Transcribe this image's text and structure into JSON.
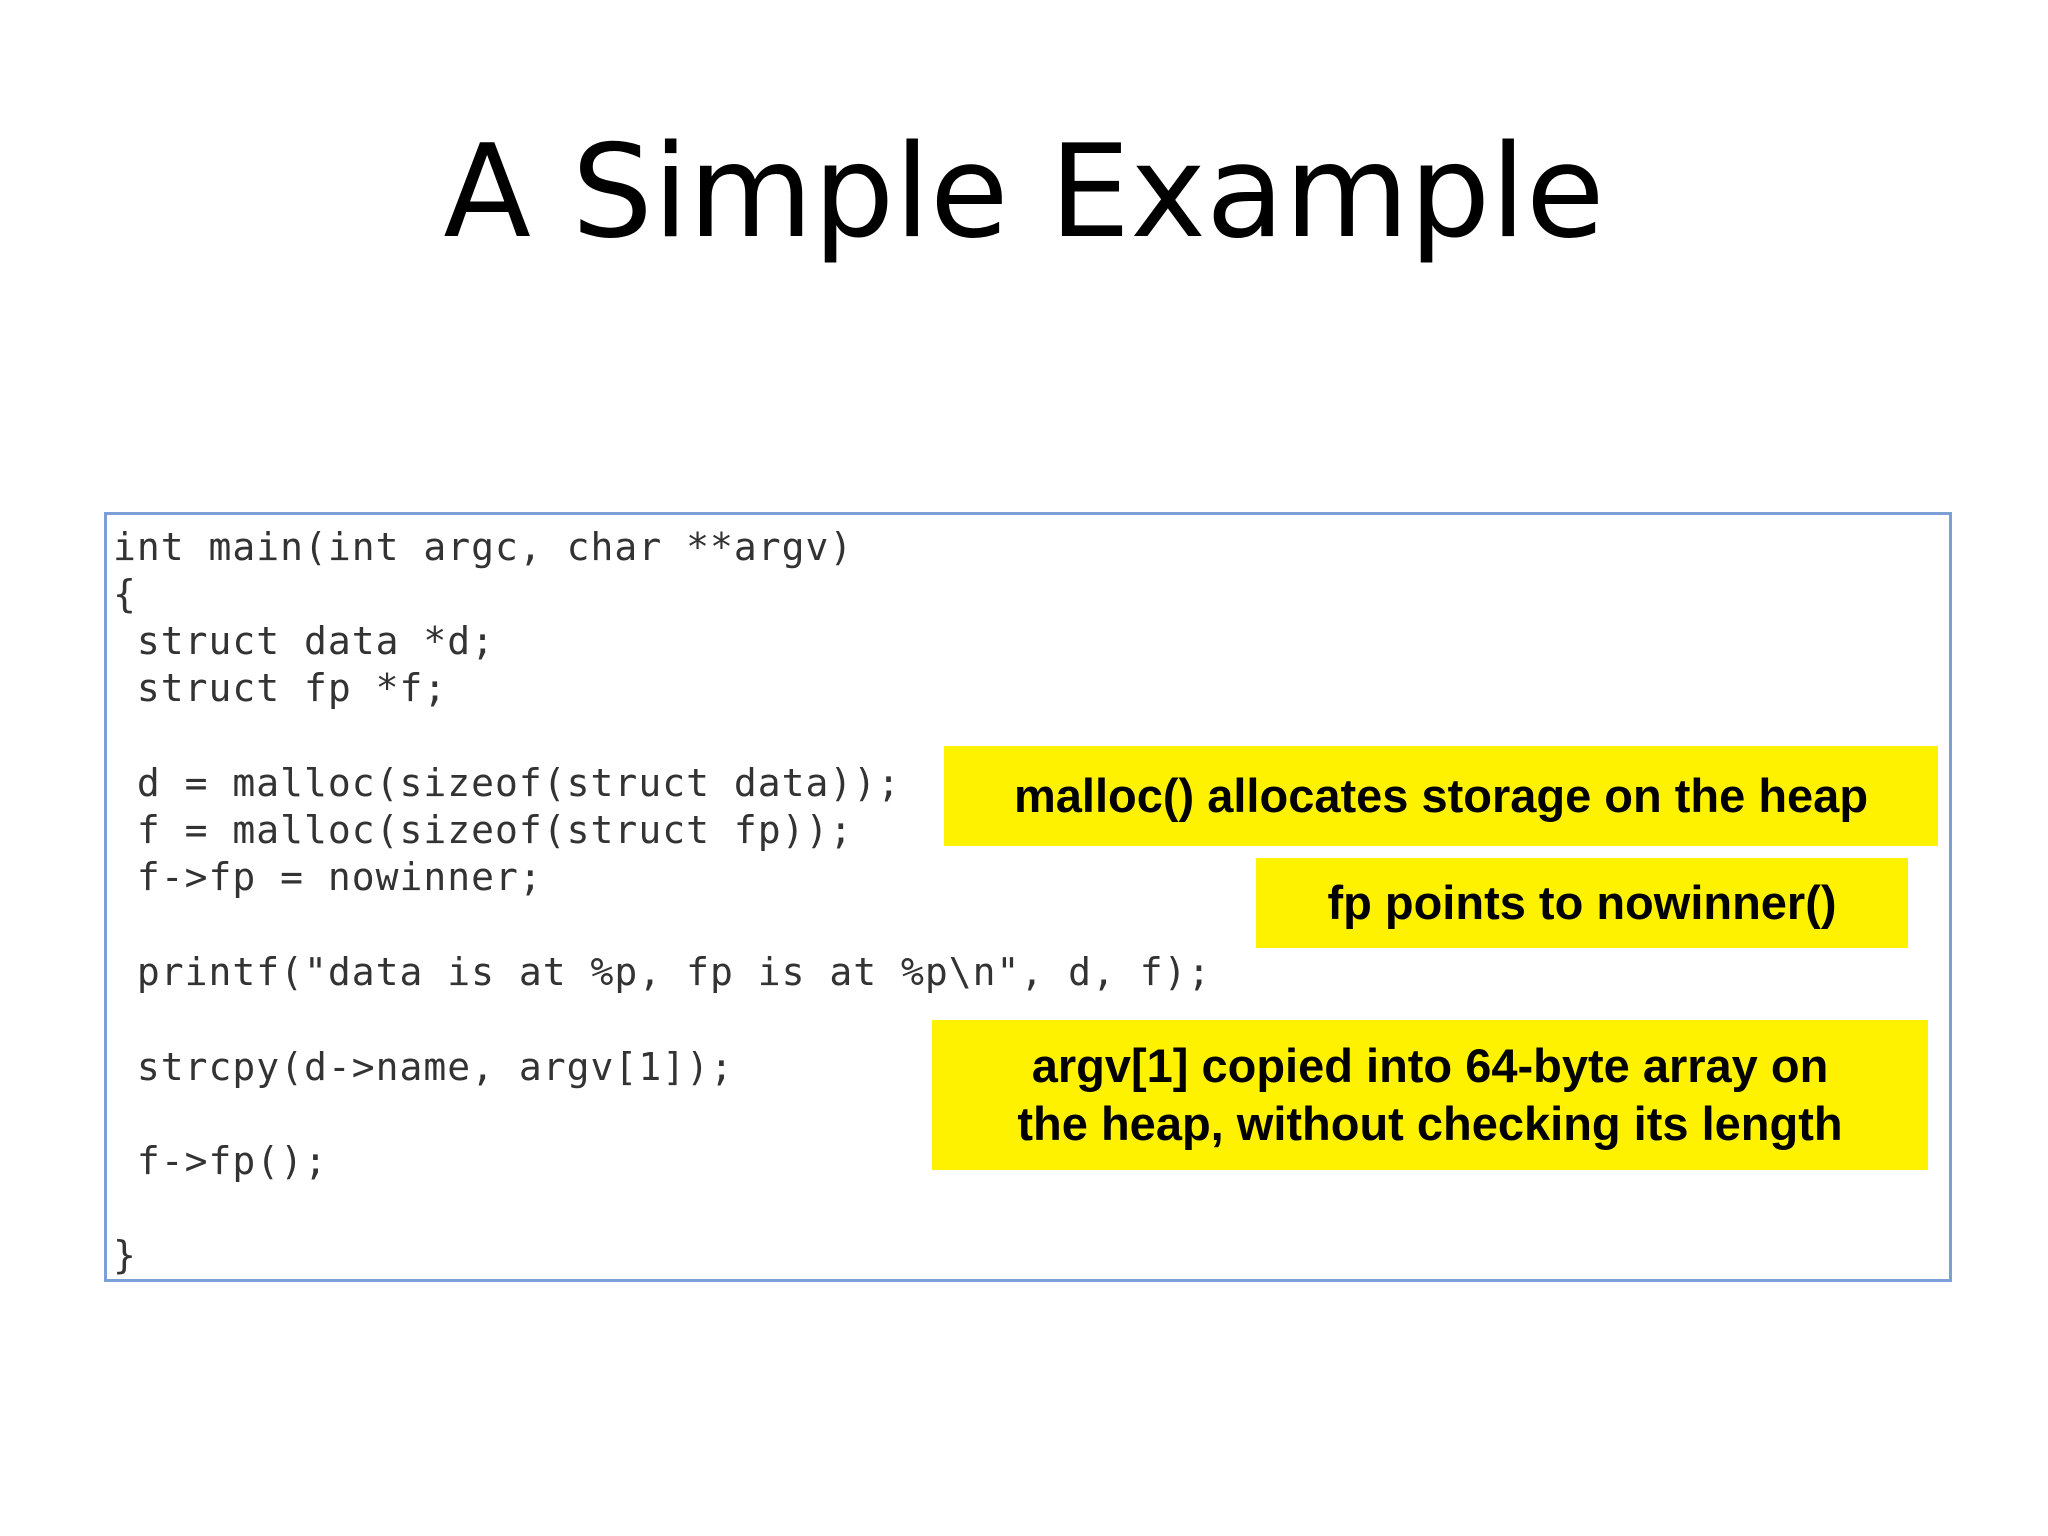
{
  "title": "A Simple Example",
  "code": {
    "lines": [
      "int main(int argc, char **argv)",
      "{",
      " struct data *d;",
      " struct fp *f;",
      " d = malloc(sizeof(struct data));",
      " f = malloc(sizeof(struct fp));",
      " f->fp = nowinner;",
      " printf(\"data is at %p, fp is at %p\\n\", d, f);",
      " strcpy(d->name, argv[1]);",
      " f->fp();",
      "}"
    ]
  },
  "callouts": {
    "malloc": "malloc() allocates storage on the heap",
    "fp": "fp points to nowinner()",
    "argv_line1": "argv[1] copied into 64-byte array on",
    "argv_line2": "the heap, without checking its length"
  },
  "colors": {
    "callout_background": "#fff200",
    "code_border": "#7b9fd6"
  }
}
